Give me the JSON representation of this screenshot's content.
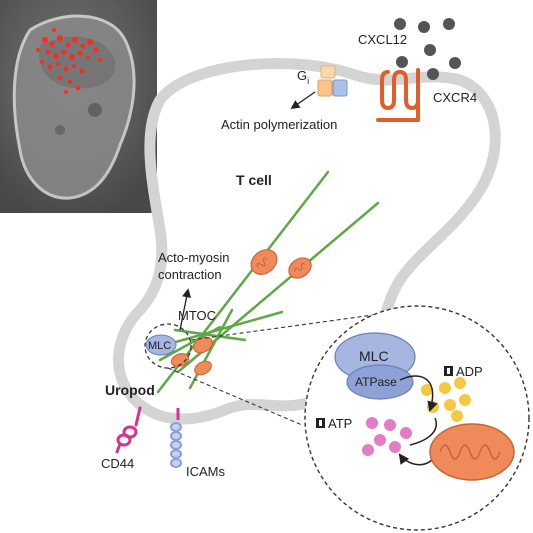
{
  "labels": {
    "cxcl12": "CXCL12",
    "cxcr4": "CXCR4",
    "gi_main": "G",
    "gi_sub": "i",
    "actin": "Actin polymerization",
    "tcell": "T cell",
    "acto_line1": "Acto-myosin",
    "acto_line2": "contraction",
    "mtoc": "MTOC",
    "mlc_small": "MLC",
    "uropod": "Uropod",
    "cd44": "CD44",
    "icams": "ICAMs",
    "inset_mlc": "MLC",
    "inset_atpase": "ATPase",
    "adp": "ADP",
    "atp": "ATP"
  },
  "colors": {
    "membrane": "#d4d4d4",
    "actin": "#5ea845",
    "mitochondrion": "#f08a5a",
    "mlc": "#a7b6e0",
    "receptor": "#e35c2a",
    "chemokine": "#555555",
    "adp": "#f5c842",
    "atp": "#e27cc4",
    "cd44": "#d6338f",
    "icam": "#8b9fd8"
  },
  "icons": [
    "microscopy-image",
    "chemokine-dots",
    "receptor-icon",
    "g-protein-icon",
    "mitochondrion-icon",
    "mlc-atpase-icon"
  ]
}
